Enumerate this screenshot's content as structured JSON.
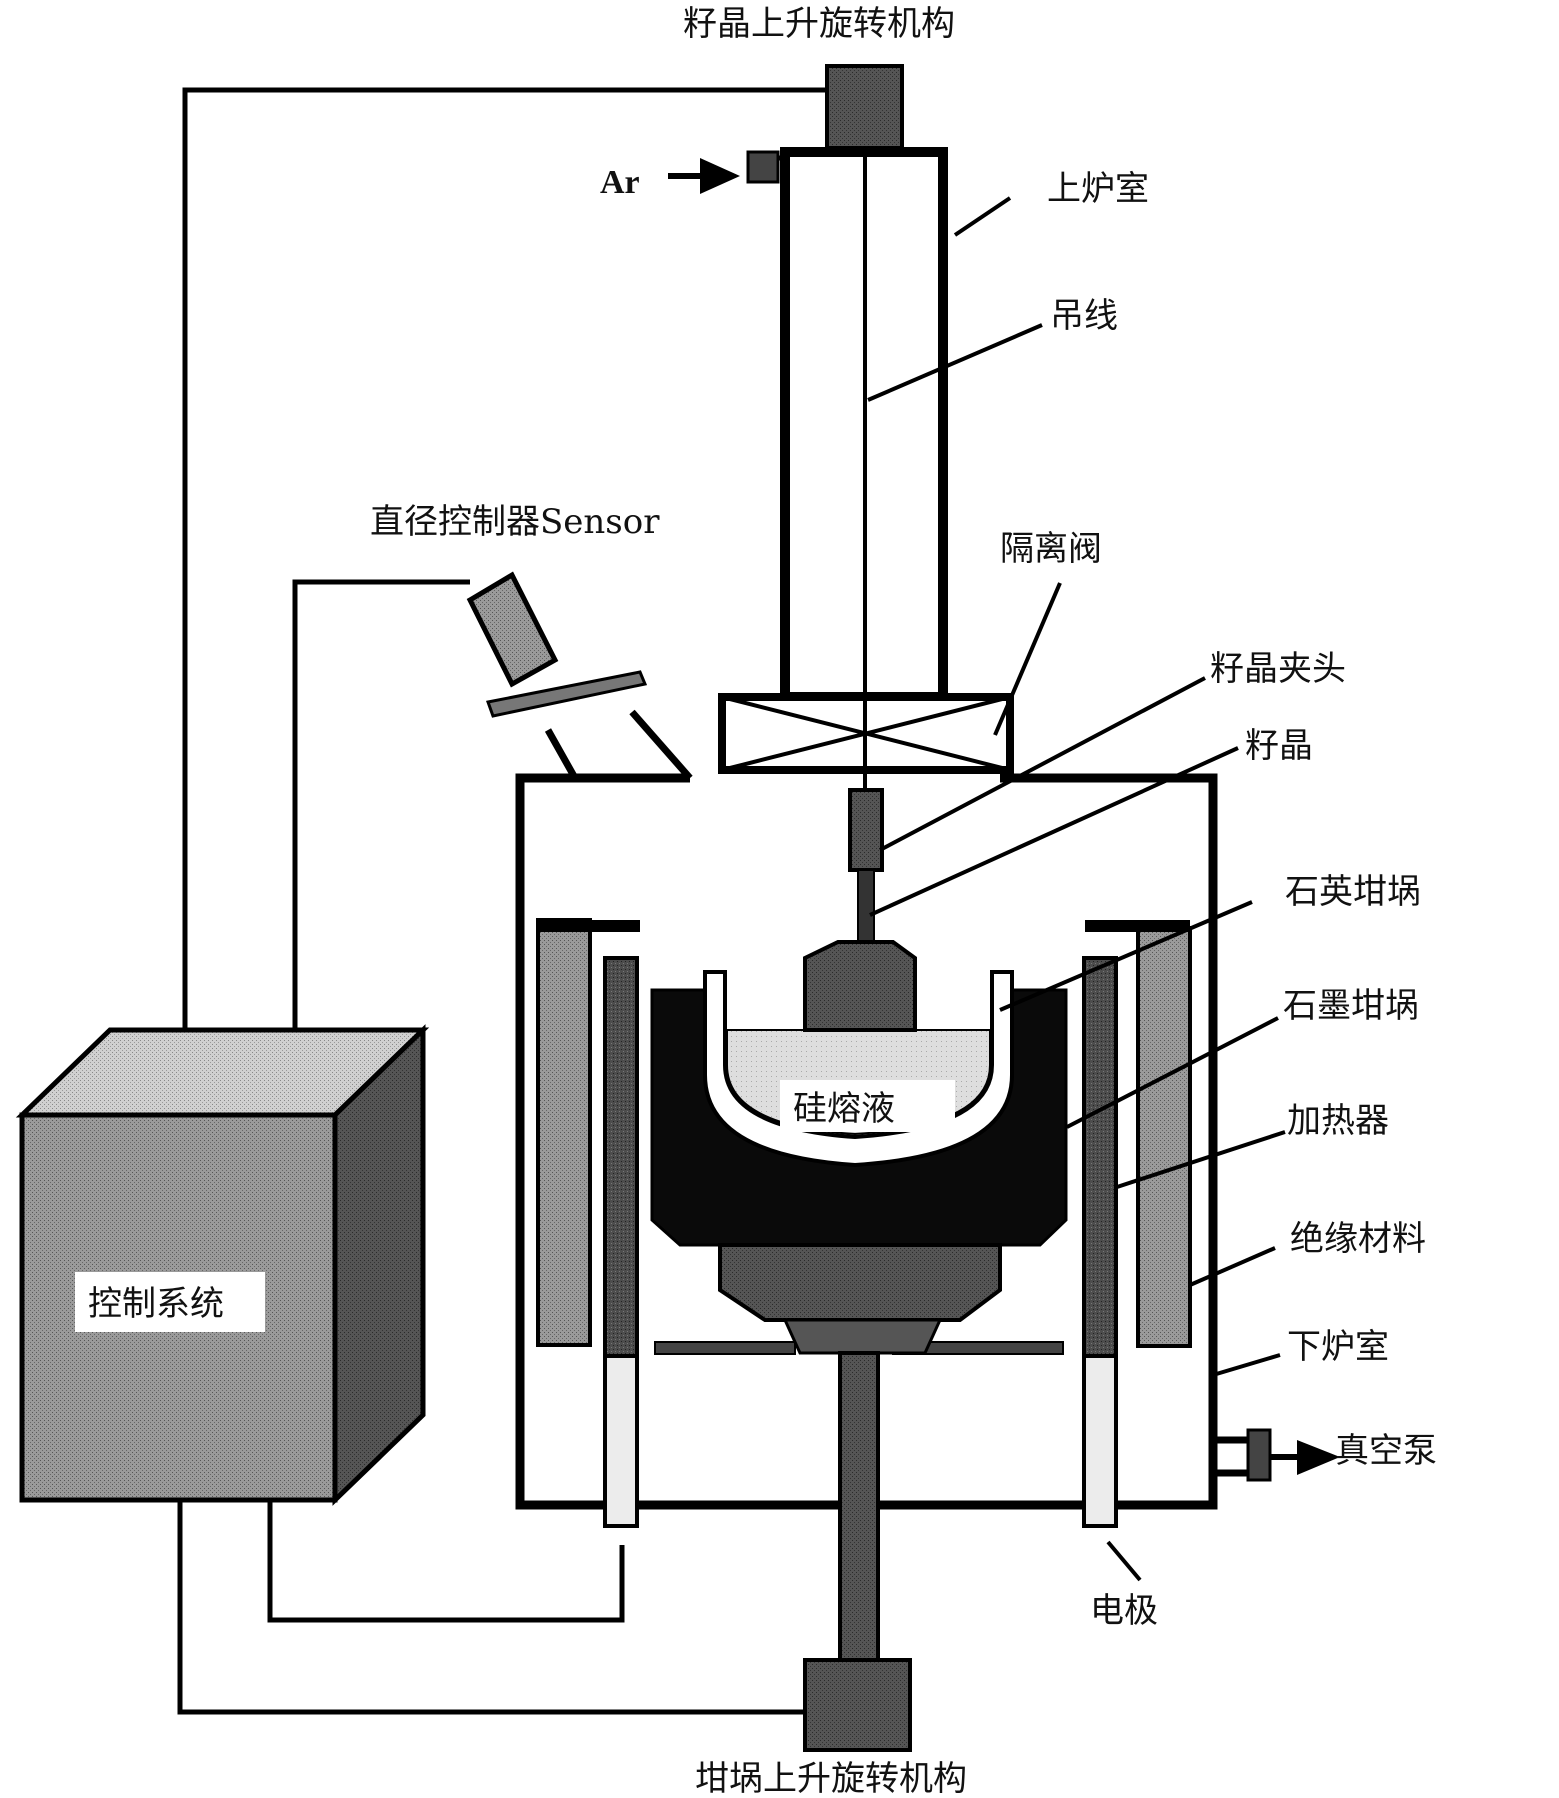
{
  "labels": {
    "seed_lift": "籽晶上升旋转机构",
    "ar": "Ar",
    "upper_chamber": "上炉室",
    "wire": "吊线",
    "sensor": "直径控制器Sensor",
    "isolation_valve": "隔离阀",
    "seed_chuck": "籽晶夹头",
    "seed": "籽晶",
    "quartz_crucible": "石英坩埚",
    "graphite_crucible": "石墨坩埚",
    "heater": "加热器",
    "insulation": "绝缘材料",
    "lower_chamber": "下炉室",
    "vacuum_pump": "真空泵",
    "melt": "硅熔液",
    "control_system": "控制系统",
    "electrode": "电极",
    "crucible_lift": "坩埚上升旋转机构"
  },
  "colors": {
    "dark_part": "#4a4a4a",
    "mid_part": "#6a6a6a",
    "light_part": "#e6e6e6",
    "melt": "#dcdcdc",
    "box_front": "#9a9a9a",
    "box_top": "#c4c4c4",
    "box_side": "#5c5c5c"
  }
}
